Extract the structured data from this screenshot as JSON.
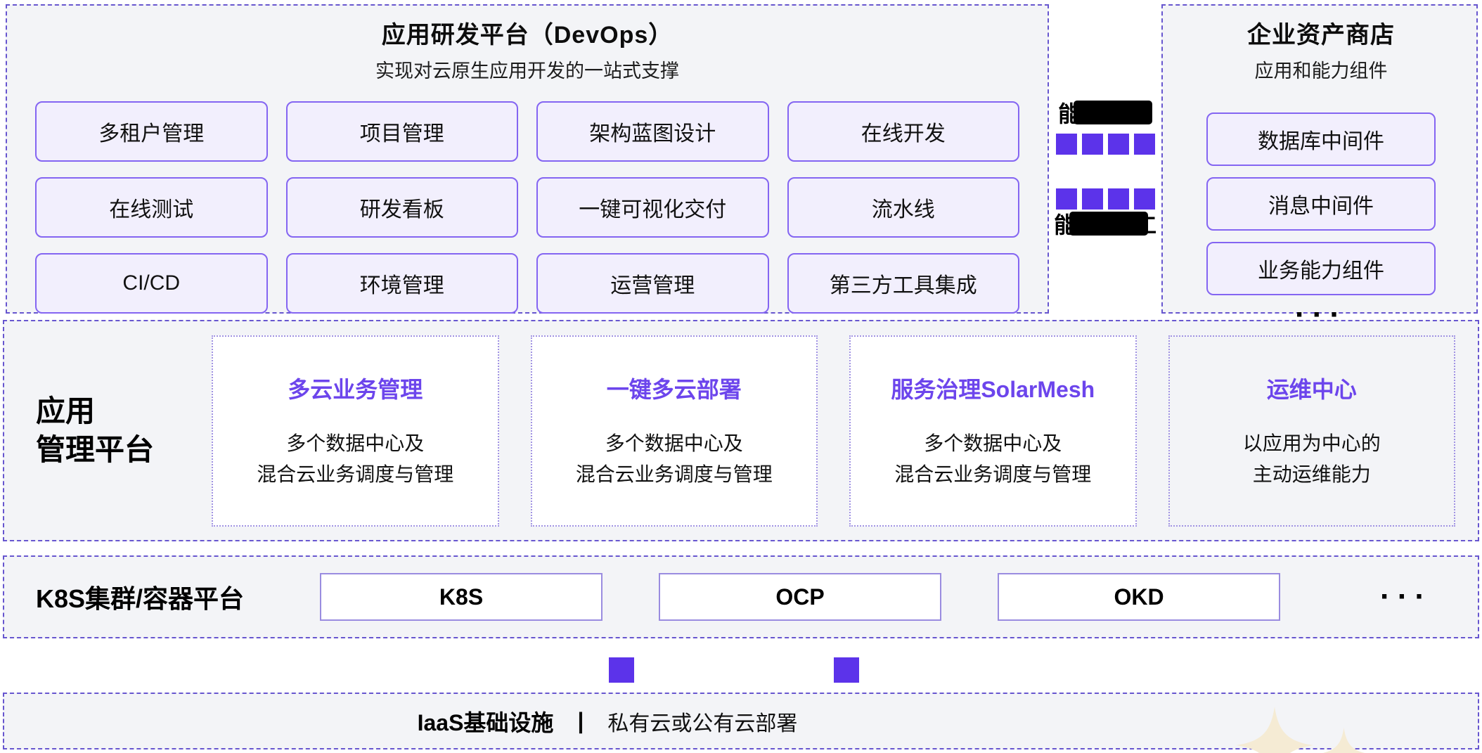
{
  "colors": {
    "accent_purple": "#6c45ec",
    "square_purple": "#5c33ea",
    "dashed_border": "#6756cf",
    "pill_border": "#8465f2",
    "pill_bg": "#f2effd",
    "band_bg": "#f3f4f7",
    "sparkle_cream": "#f5ebd4",
    "redaction_black": "#000000"
  },
  "devops": {
    "title": "应用研发平台（DevOps）",
    "subtitle": "实现对云原生应用开发的一站式支撑",
    "items": [
      "多租户管理",
      "项目管理",
      "架构蓝图设计",
      "在线开发",
      "在线测试",
      "研发看板",
      "一键可视化交付",
      "流水线",
      "CI/CD",
      "环境管理",
      "运营管理",
      "第三方工具集成"
    ]
  },
  "bridge": {
    "top": {
      "visible_prefix": "能",
      "redacted": true
    },
    "bottom": {
      "visible_prefix": "能",
      "visible_suffix": "工",
      "redacted": true
    }
  },
  "asset_store": {
    "title": "企业资产商店",
    "subtitle": "应用和能力组件",
    "items": [
      "数据库中间件",
      "消息中间件",
      "业务能力组件"
    ],
    "more": "···"
  },
  "app_mgmt": {
    "label": "应用\n管理平台",
    "cards": [
      {
        "title": "多云业务管理",
        "desc_line1": "多个数据中心及",
        "desc_line2": "混合云业务调度与管理"
      },
      {
        "title": "一键多云部署",
        "desc_line1": "多个数据中心及",
        "desc_line2": "混合云业务调度与管理"
      },
      {
        "title": "服务治理SolarMesh",
        "desc_line1": "多个数据中心及",
        "desc_line2": "混合云业务调度与管理"
      },
      {
        "title": "运维中心",
        "desc_line1": "以应用为中心的",
        "desc_line2": "主动运维能力"
      }
    ]
  },
  "k8s_band": {
    "label": "K8S集群/容器平台",
    "items": [
      "K8S",
      "OCP",
      "OKD"
    ],
    "more": "···"
  },
  "iaas": {
    "title": "IaaS基础设施",
    "divider": "|",
    "subtitle": "私有云或公有云部署"
  }
}
